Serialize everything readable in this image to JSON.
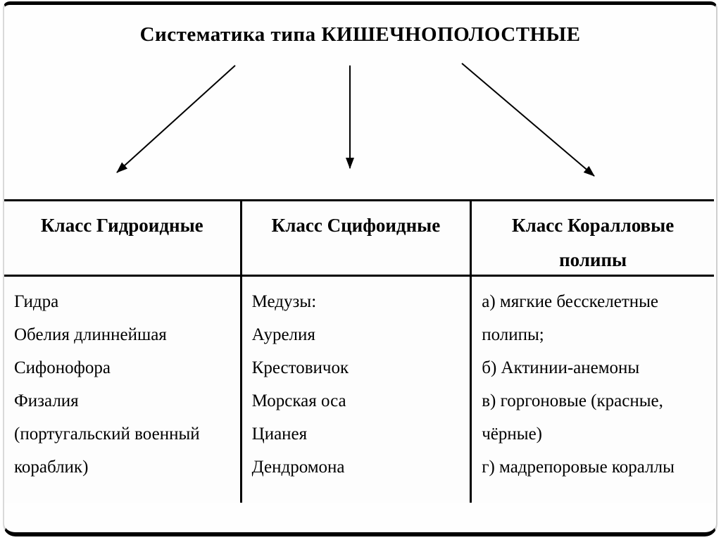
{
  "title": "Систематика типа КИШЕЧНОПОЛОСТНЫЕ",
  "table": {
    "columns": [
      {
        "header": "Класс Гидроидные",
        "items": [
          "Гидра",
          "Обелия длиннейшая",
          "Сифонофора",
          "Физалия",
          "(португальский военный кораблик)"
        ]
      },
      {
        "header": "Класс Сцифоидные",
        "items": [
          "Медузы:",
          "Аурелия",
          "Крестовичок",
          "Морская оса",
          "Цианея",
          "Дендромона"
        ]
      },
      {
        "header": "Класс Коралловые полипы",
        "items": [
          "а) мягкие бесскелетные полипы;",
          "б) Актинии-анемоны",
          "в) горгоновые (красные, чёрные)",
          "г) мадрепоровые кораллы"
        ]
      }
    ]
  },
  "colors": {
    "line": "#000000",
    "border": "#000000",
    "text": "#000000",
    "background": "#ffffff"
  }
}
